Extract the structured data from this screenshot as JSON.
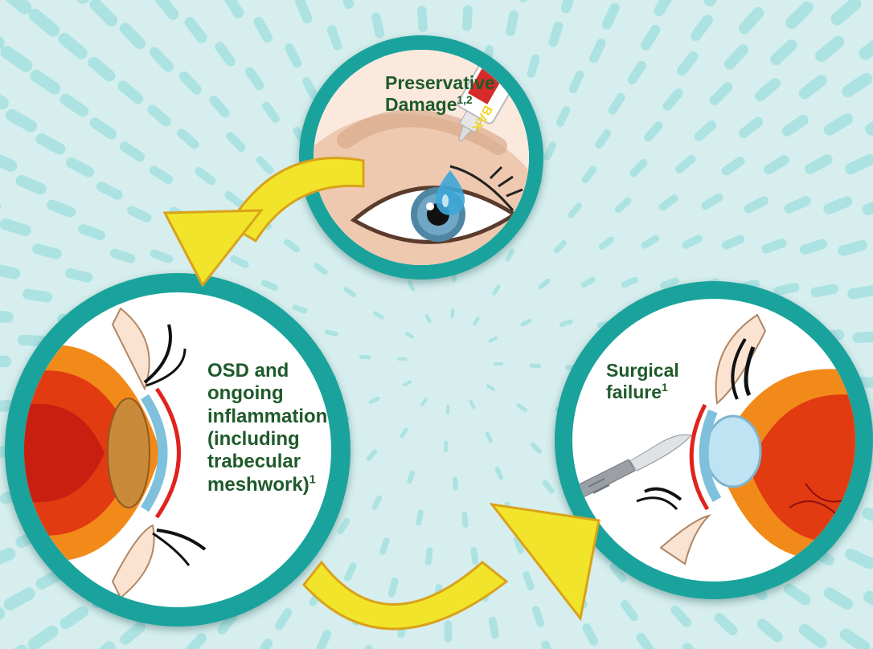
{
  "diagram": {
    "nodes": [
      {
        "id": "preservative-damage",
        "label_lines": [
          "Preservative",
          "Damage"
        ],
        "footnote": "1,2"
      },
      {
        "id": "osd-inflammation",
        "label_lines": [
          "OSD and",
          "ongoing",
          "inflammation",
          "(including",
          "trabecular",
          "meshwork)"
        ],
        "footnote": "1"
      },
      {
        "id": "surgical-failure",
        "label_lines": [
          "Surgical",
          "failure"
        ],
        "footnote": "1"
      }
    ],
    "bottle_label": "BAK",
    "edges": [
      {
        "from": "preservative-damage",
        "to": "osd-inflammation"
      },
      {
        "from": "osd-inflammation",
        "to": "surgical-failure"
      }
    ]
  },
  "colors": {
    "background": "#d6eeee",
    "ring": "#1aa39d",
    "label_text": "#1f5a2a",
    "arrow": "#f5e80f",
    "arrow_edge": "#d9a21a"
  }
}
